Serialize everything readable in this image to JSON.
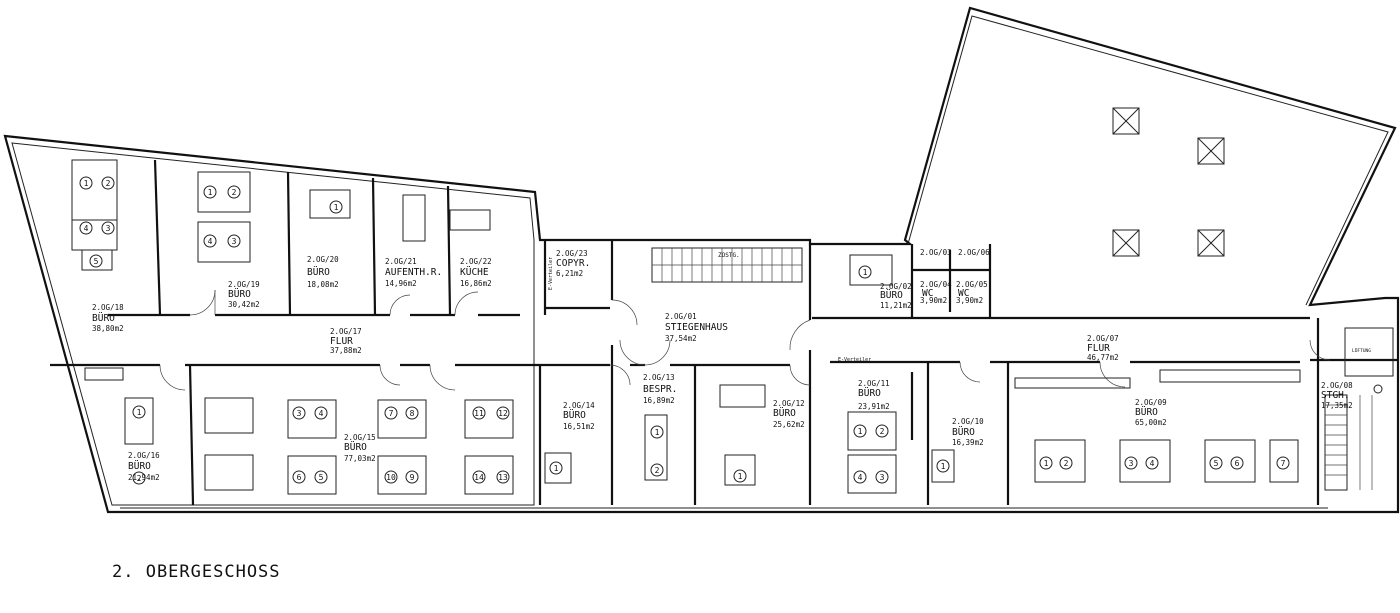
{
  "floor_title": "2. OBERGESCHOSS",
  "rooms": {
    "r18": {
      "code": "2.OG/18",
      "name": "BÜRO",
      "area": "38,80m2"
    },
    "r19": {
      "code": "2.OG/19",
      "name": "BÜRO",
      "area": "30,42m2"
    },
    "r20": {
      "code": "2.OG/20",
      "name": "BÜRO",
      "area": "18,08m2"
    },
    "r21": {
      "code": "2.OG/21",
      "name": "AUFENTH.R.",
      "area": "14,96m2"
    },
    "r22": {
      "code": "2.OG/22",
      "name": "KÜCHE",
      "area": "16,86m2"
    },
    "r23": {
      "code": "2.OG/23",
      "name": "COPYR.",
      "area": "6,21m2"
    },
    "r01": {
      "code": "2.OG/01",
      "name": "STIEGENHAUS",
      "area": "37,54m2"
    },
    "r02": {
      "code": "2.OG/02",
      "name": "BÜRO",
      "area": "11,21m2"
    },
    "r03": {
      "code": "2.OG/03",
      "name": "",
      "area": ""
    },
    "r04": {
      "code": "2.OG/04",
      "name": "WC",
      "area": "3,90m2"
    },
    "r05": {
      "code": "2.OG/05",
      "name": "WC",
      "area": "3,90m2"
    },
    "r06": {
      "code": "2.OG/06",
      "name": "",
      "area": ""
    },
    "r17": {
      "code": "2.OG/17",
      "name": "FLUR",
      "area": "37,88m2"
    },
    "r07": {
      "code": "2.OG/07",
      "name": "FLUR",
      "area": "46,77m2"
    },
    "r16": {
      "code": "2.OG/16",
      "name": "BÜRO",
      "area": "21,94m2"
    },
    "r15": {
      "code": "2.OG/15",
      "name": "BÜRO",
      "area": "77,03m2"
    },
    "r14": {
      "code": "2.OG/14",
      "name": "BÜRO",
      "area": "16,51m2"
    },
    "r13": {
      "code": "2.OG/13",
      "name": "BESPR.",
      "area": "16,89m2"
    },
    "r12": {
      "code": "2.OG/12",
      "name": "BÜRO",
      "area": "25,62m2"
    },
    "r11": {
      "code": "2.OG/11",
      "name": "BÜRO",
      "area": "23,91m2"
    },
    "r10": {
      "code": "2.OG/10",
      "name": "BÜRO",
      "area": "16,39m2"
    },
    "r09": {
      "code": "2.OG/09",
      "name": "BÜRO",
      "area": "65,00m2"
    },
    "r08": {
      "code": "2.OG/08",
      "name": "STGH.",
      "area": "17,35m2"
    }
  },
  "small_labels": {
    "zostg": "ZOSTG.",
    "e_verteiler_top": "E-Verteiler",
    "e_verteiler_mid": "E-Verteiler",
    "lueftung": "LÜFTUNG"
  },
  "desk_numbers": {
    "r18": [
      "1",
      "2",
      "4",
      "3",
      "5"
    ],
    "r19": [
      "1",
      "2",
      "4",
      "3"
    ],
    "r20": [
      "1"
    ],
    "r16": [
      "1",
      "2"
    ],
    "r15": [
      "3",
      "4",
      "7",
      "8",
      "11",
      "12",
      "6",
      "5",
      "10",
      "9",
      "14",
      "13"
    ],
    "r14": [
      "1"
    ],
    "r13": [
      "1",
      "2"
    ],
    "r12": [
      "1"
    ],
    "r11": [
      "1",
      "2",
      "4",
      "3"
    ],
    "r10": [
      "1"
    ],
    "r02": [
      "1"
    ],
    "r09": [
      "1",
      "2",
      "3",
      "4",
      "5",
      "6",
      "7"
    ]
  },
  "icons": [
    "skylight-icon",
    "door-swing-icon",
    "chair-icon",
    "desk-icon",
    "stair-icon"
  ]
}
